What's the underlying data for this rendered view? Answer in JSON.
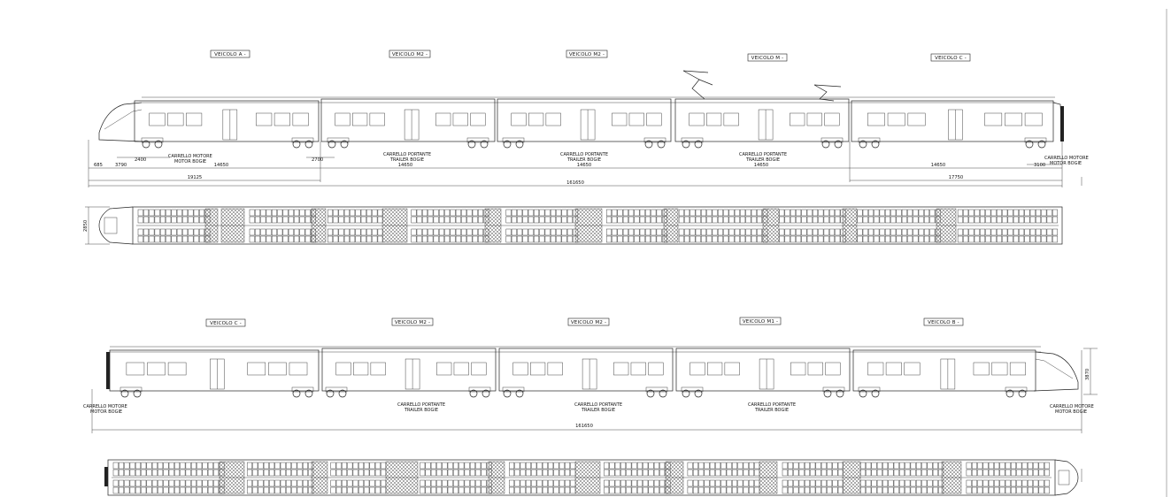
{
  "top": {
    "vehicle_labels": [
      "VEICOLO A -",
      "VEICOLO M2 -",
      "VEICOLO M2 -",
      "VEICOLO M -",
      "VEICOLO C -"
    ],
    "motor_bogie_left": [
      "CARRELLO MOTORE",
      "MOTOR BOGIE"
    ],
    "motor_bogie_right": [
      "CARRELLO MOTORE",
      "MOTOR BOGIE"
    ],
    "trailer_bogie": [
      "CARRELLO PORTANTE",
      "TRAILER BOGIE"
    ],
    "dims": {
      "d685": "685",
      "d3790": "3790",
      "d2400": "2400",
      "d2700": "2700",
      "d3100": "3100",
      "d14650": "14650",
      "d19125": "19125",
      "d17750": "17750",
      "d161650": "161650"
    },
    "plan_width": "2850"
  },
  "bottom": {
    "vehicle_labels": [
      "VEICOLO C -",
      "VEICOLO M2 -",
      "VEICOLO M2 -",
      "VEICOLO M1 -",
      "VEICOLO B -"
    ],
    "motor_bogie_left": [
      "CARRELLO MOTORE",
      "MOTOR BOGIE"
    ],
    "motor_bogie_right": [
      "CARRELLO MOTORE",
      "MOTOR BOGIE"
    ],
    "trailer_bogie": [
      "CARRELLO PORTANTE",
      "TRAILER BOGIE"
    ],
    "height_dim": "3870",
    "total_length": "161650"
  }
}
